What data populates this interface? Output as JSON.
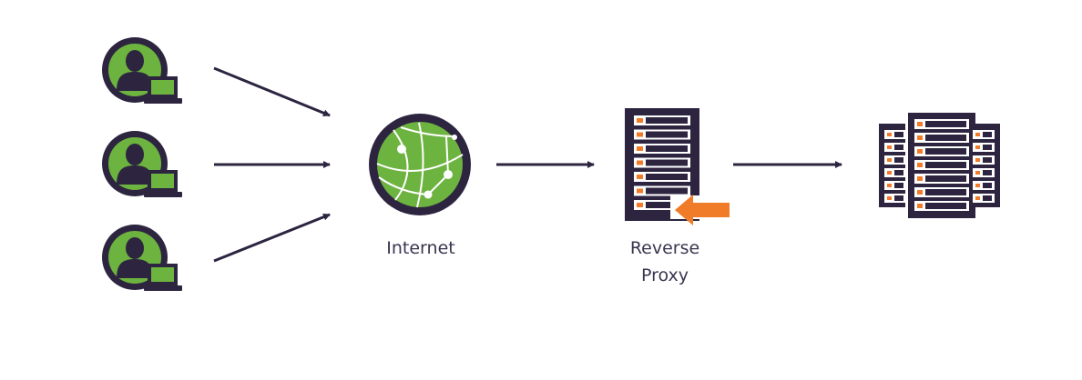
{
  "labels": {
    "internet": "Internet",
    "reverse_proxy_line1": "Reverse",
    "reverse_proxy_line2": "Proxy"
  },
  "colors": {
    "dark": "#2d2540",
    "green": "#6db33f",
    "orange": "#f07c2a",
    "white": "#ffffff"
  },
  "icons": {
    "user": "user-with-laptop-icon",
    "internet": "globe-network-icon",
    "proxy": "server-rack-icon",
    "backend": "server-cluster-icon"
  }
}
